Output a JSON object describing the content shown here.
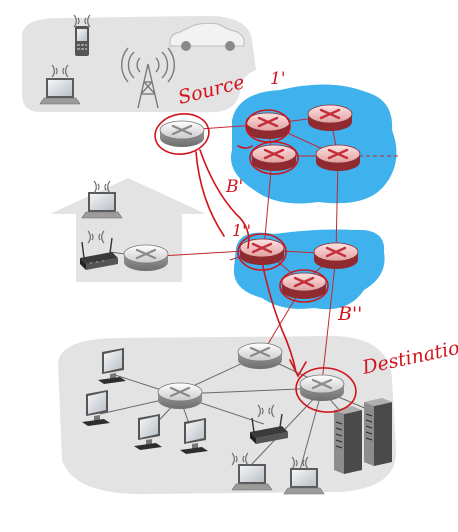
{
  "annotations": {
    "source": "Source",
    "destination": "Destination",
    "mark_1": "1'",
    "mark_b1": "B'",
    "mark_2": "1''",
    "mark_b2": "B''"
  },
  "colors": {
    "ink": "#d0141c",
    "cloud": "#3fb2ee",
    "region": "#e3e3e3",
    "router_top": "#f4f4f4",
    "router_red": "#c4303a",
    "link": "#c0282f"
  },
  "icons": [
    "router-icon",
    "laptop-icon",
    "phone-icon",
    "car-icon",
    "cell-tower-icon",
    "house-icon",
    "wifi-router-icon",
    "desktop-icon",
    "server-icon"
  ]
}
